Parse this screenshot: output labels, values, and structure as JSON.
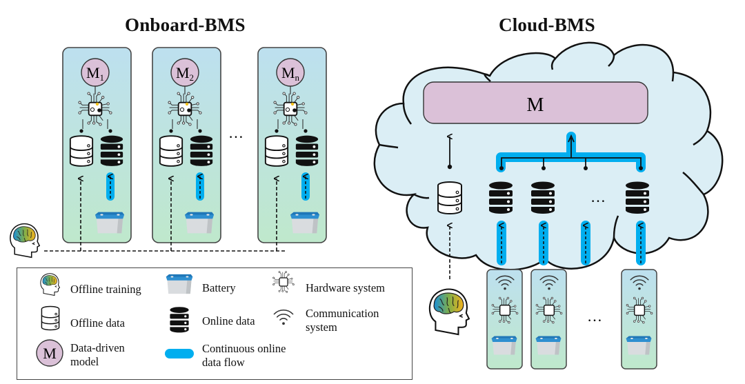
{
  "onboard": {
    "title": "Onboard-BMS",
    "units": [
      {
        "model_base": "M",
        "model_sub": "1"
      },
      {
        "model_base": "M",
        "model_sub": "2"
      },
      {
        "model_base": "M",
        "model_sub": "n"
      }
    ],
    "ellipsis": "…"
  },
  "cloud": {
    "title": "Cloud-BMS",
    "model_label": "M",
    "online_db_count_shown": 3,
    "ellipsis": "…"
  },
  "colors": {
    "panel_top": "#bfe0ee",
    "panel_bottom": "#bfe8cd",
    "model_fill": "#dbc1d8",
    "cloud_fill": "#dbeef5",
    "flow": "#00aeef",
    "battery_top": "#2e8fd0"
  },
  "legend": {
    "items": [
      {
        "icon": "brain-head-icon",
        "label": "Offline training"
      },
      {
        "icon": "battery-icon",
        "label": "Battery"
      },
      {
        "icon": "chip-icon",
        "label": "Hardware system"
      },
      {
        "icon": "offline-db-icon",
        "label": "Offline data"
      },
      {
        "icon": "online-db-icon",
        "label": "Online data"
      },
      {
        "icon": "wifi-icon",
        "label_line1": "Communication",
        "label_line2": "system"
      },
      {
        "icon": "model-circle-icon",
        "icon_text": "M",
        "label_line1": "Data-driven",
        "label_line2": "model"
      },
      {
        "icon": "flow-bar-icon",
        "label_line1": "Continuous online",
        "label_line2": "data flow"
      }
    ]
  }
}
